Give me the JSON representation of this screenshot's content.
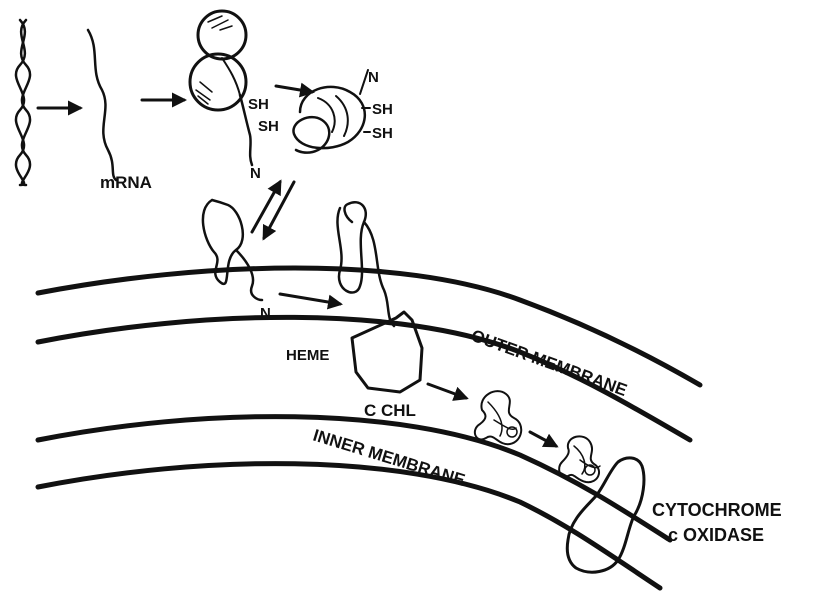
{
  "labels": {
    "mrna": "mRNA",
    "n_terminus": "N",
    "sh": "SH",
    "heme": "HEME",
    "cchl": "C CHL",
    "outer_membrane": "OUTER MEMBRANE",
    "inner_membrane": "INNER MEMBRANE",
    "cytochrome": "CYTOCHROME",
    "c_oxidase": "c OXIDASE"
  },
  "colors": {
    "ink": "#111111",
    "background": "#ffffff"
  }
}
